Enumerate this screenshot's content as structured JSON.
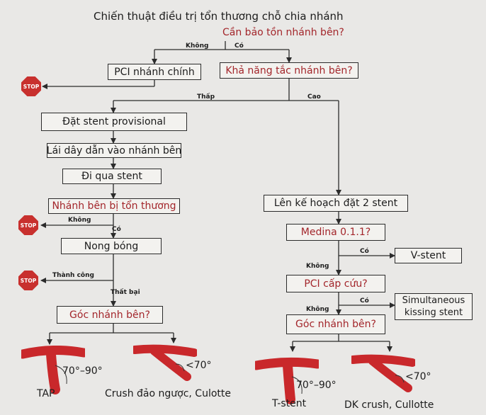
{
  "title": "Chiến thuật điều trị tổn thương chỗ chia nhánh",
  "labels": {
    "khong": "Không",
    "co": "Có",
    "thap": "Thấp",
    "cao": "Cao",
    "thanh_cong": "Thành công",
    "that_bai": "Thất bại"
  },
  "nodes": {
    "can_bao_ton": "Cần bảo tồn nhánh bên?",
    "pci_nhanh_chinh": "PCI nhánh chính",
    "kha_nang_tac": "Khả năng tắc nhánh bên?",
    "dat_stent": "Đặt stent provisional",
    "lai_day": "Lái dây dẫn vào nhánh bên",
    "di_qua": "Đi qua stent",
    "nhanh_ben_ton_thuong": "Nhánh bên bị tổn thương",
    "nong_bong": "Nong bóng",
    "goc_nhanh_ben_left": "Góc nhánh bên?",
    "len_ke_hoach": "Lên kế hoạch đặt 2 stent",
    "medina": "Medina 0.1.1?",
    "v_stent": "V-stent",
    "pci_cap_cuu": "PCI cấp cứu?",
    "simultaneous": "Simultaneous kissing stent",
    "goc_nhanh_ben_right": "Góc nhánh bên?"
  },
  "stop_text": "STOP",
  "angles": {
    "a1": "70°–90°",
    "a2": "<70°",
    "a3": "70°–90°",
    "a4": "<70°"
  },
  "outcomes": {
    "tap": "TAP",
    "crush": "Crush đảo ngược, Culotte",
    "tstent": "T-stent",
    "dk": "DK crush, Cullotte"
  },
  "colors": {
    "question": "#a3262b",
    "stop": "#c8302e",
    "vessel": "#c9282b"
  }
}
